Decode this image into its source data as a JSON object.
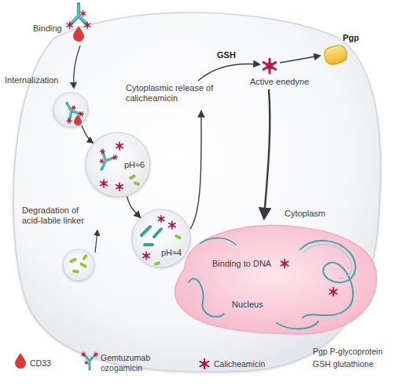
{
  "diagram": {
    "nodes": [
      {
        "text": [
          "Cytoplasm"
        ]
      },
      {
        "text": [
          "pH≈6"
        ],
        "in": 0
      },
      {
        "text": [
          "pH≈4"
        ],
        "in": 0
      },
      {
        "text": [
          "Binding to DNA",
          "Nucleus"
        ],
        "in": 0
      },
      {
        "text": [
          "Pgp"
        ],
        "in": 0
      }
    ],
    "edges": [
      {
        "from": 1,
        "to": 2,
        "arrow": "to"
      }
    ],
    "labels": [
      "Binding",
      "Internalization",
      "Degradation of acid-labile linker",
      "Cytoplasmic release of calicheamicin",
      "GSH",
      "Active enedyne"
    ],
    "legend": [
      {
        "text": "CD33"
      },
      {
        "text": "Gemtuzumab ozogamicin"
      },
      {
        "text": "Calicheamicin"
      },
      {
        "text": "Pgp P-glycoprotein"
      },
      {
        "text": "GSH glutathione"
      }
    ]
  }
}
